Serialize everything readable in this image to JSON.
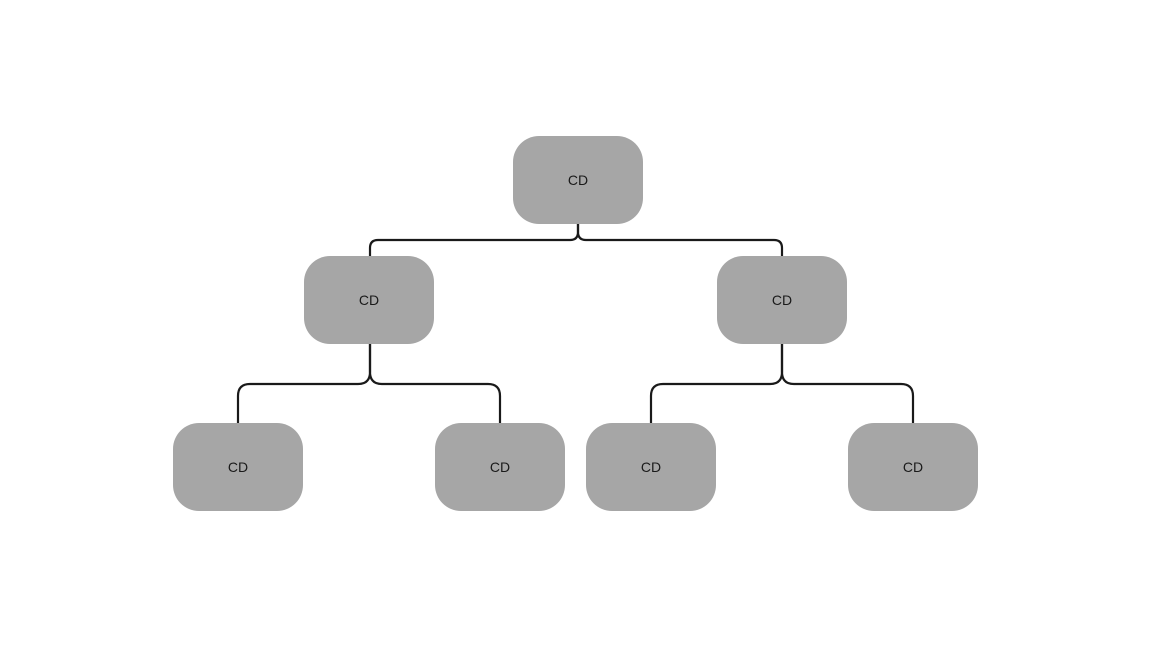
{
  "diagram": {
    "type": "tree",
    "nodes": [
      {
        "id": "root",
        "label": "CD"
      },
      {
        "id": "l",
        "label": "CD"
      },
      {
        "id": "r",
        "label": "CD"
      },
      {
        "id": "ll",
        "label": "CD"
      },
      {
        "id": "lr",
        "label": "CD"
      },
      {
        "id": "rl",
        "label": "CD"
      },
      {
        "id": "rr",
        "label": "CD"
      }
    ],
    "edges": [
      {
        "from": "root",
        "to": "l"
      },
      {
        "from": "root",
        "to": "r"
      },
      {
        "from": "l",
        "to": "ll"
      },
      {
        "from": "l",
        "to": "lr"
      },
      {
        "from": "r",
        "to": "rl"
      },
      {
        "from": "r",
        "to": "rr"
      }
    ],
    "colors": {
      "node_fill": "#a6a6a6",
      "connector": "#1a1a1a",
      "background": "#ffffff"
    }
  }
}
